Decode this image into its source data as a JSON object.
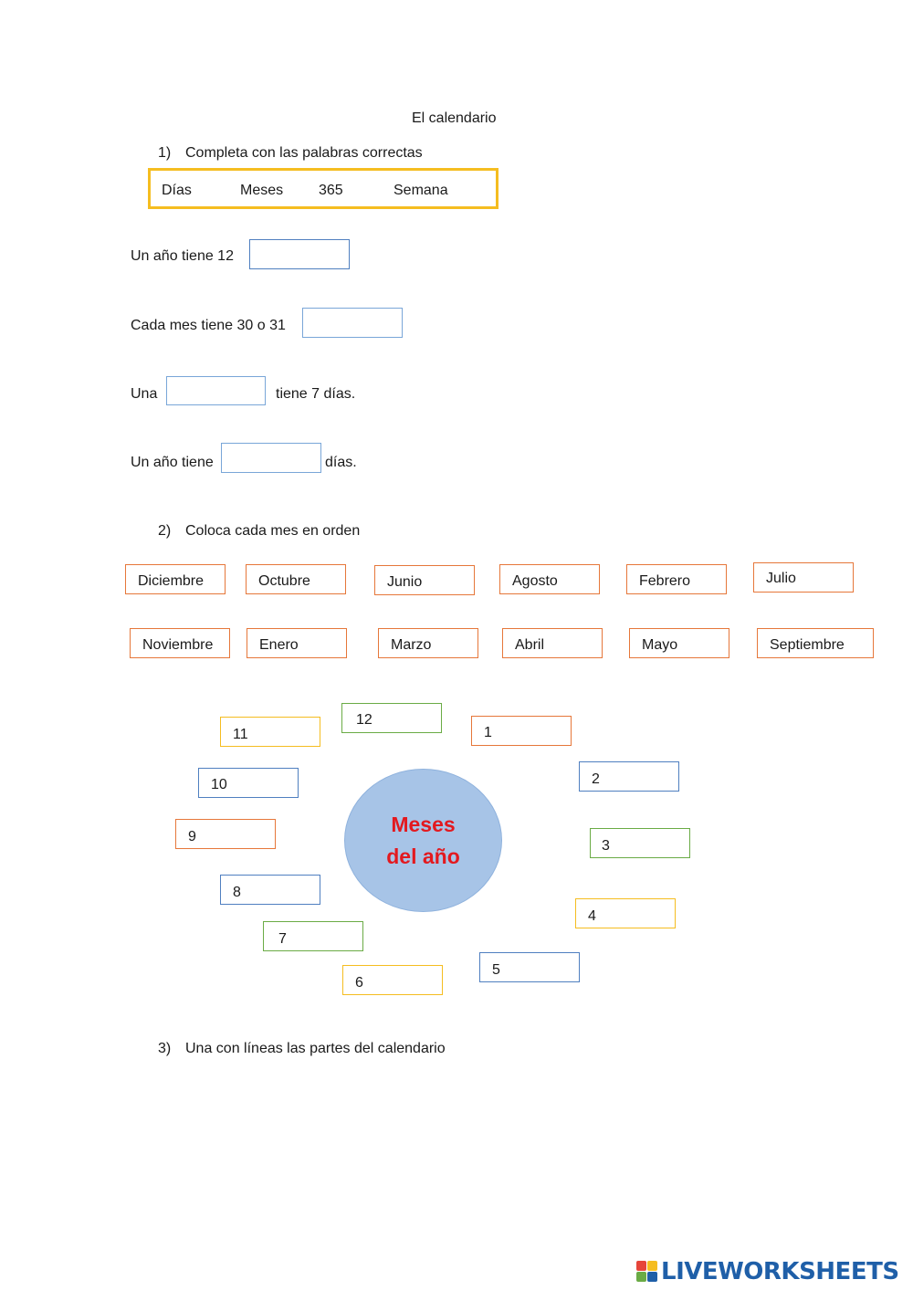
{
  "title": "El calendario",
  "section1": {
    "number": "1)",
    "instruction": "Completa con las palabras correctas",
    "word_bank": [
      "Días",
      "Meses",
      "365",
      "Semana"
    ],
    "sentences": {
      "s1_before": "Un año tiene 12",
      "s2_before": "Cada mes tiene 30 o 31",
      "s3_before": "Una",
      "s3_after": "tiene 7 días.",
      "s4_before": "Un año tiene",
      "s4_after": "días."
    }
  },
  "section2": {
    "number": "2)",
    "instruction": "Coloca cada mes en orden",
    "months": [
      "Diciembre",
      "Octubre",
      "Junio",
      "Agosto",
      "Febrero",
      "Julio",
      "Noviembre",
      "Enero",
      "Marzo",
      "Abril",
      "Mayo",
      "Septiembre"
    ],
    "center_label": "Meses\ndel año",
    "slots": [
      "12",
      "1",
      "2",
      "3",
      "4",
      "5",
      "6",
      "7",
      "8",
      "9",
      "10",
      "11"
    ]
  },
  "section3": {
    "number": "3)",
    "instruction": "Una con líneas las partes del calendario"
  },
  "watermark": "LIVEWORKSHEETS",
  "colors": {
    "orange": "#e6773a",
    "blue": "#4f7fc0",
    "green": "#6aab45",
    "yellow": "#f5bd20",
    "circle_fill": "#a7c4e7",
    "circle_text": "#e3191f",
    "logo": "#1f5fa8"
  }
}
